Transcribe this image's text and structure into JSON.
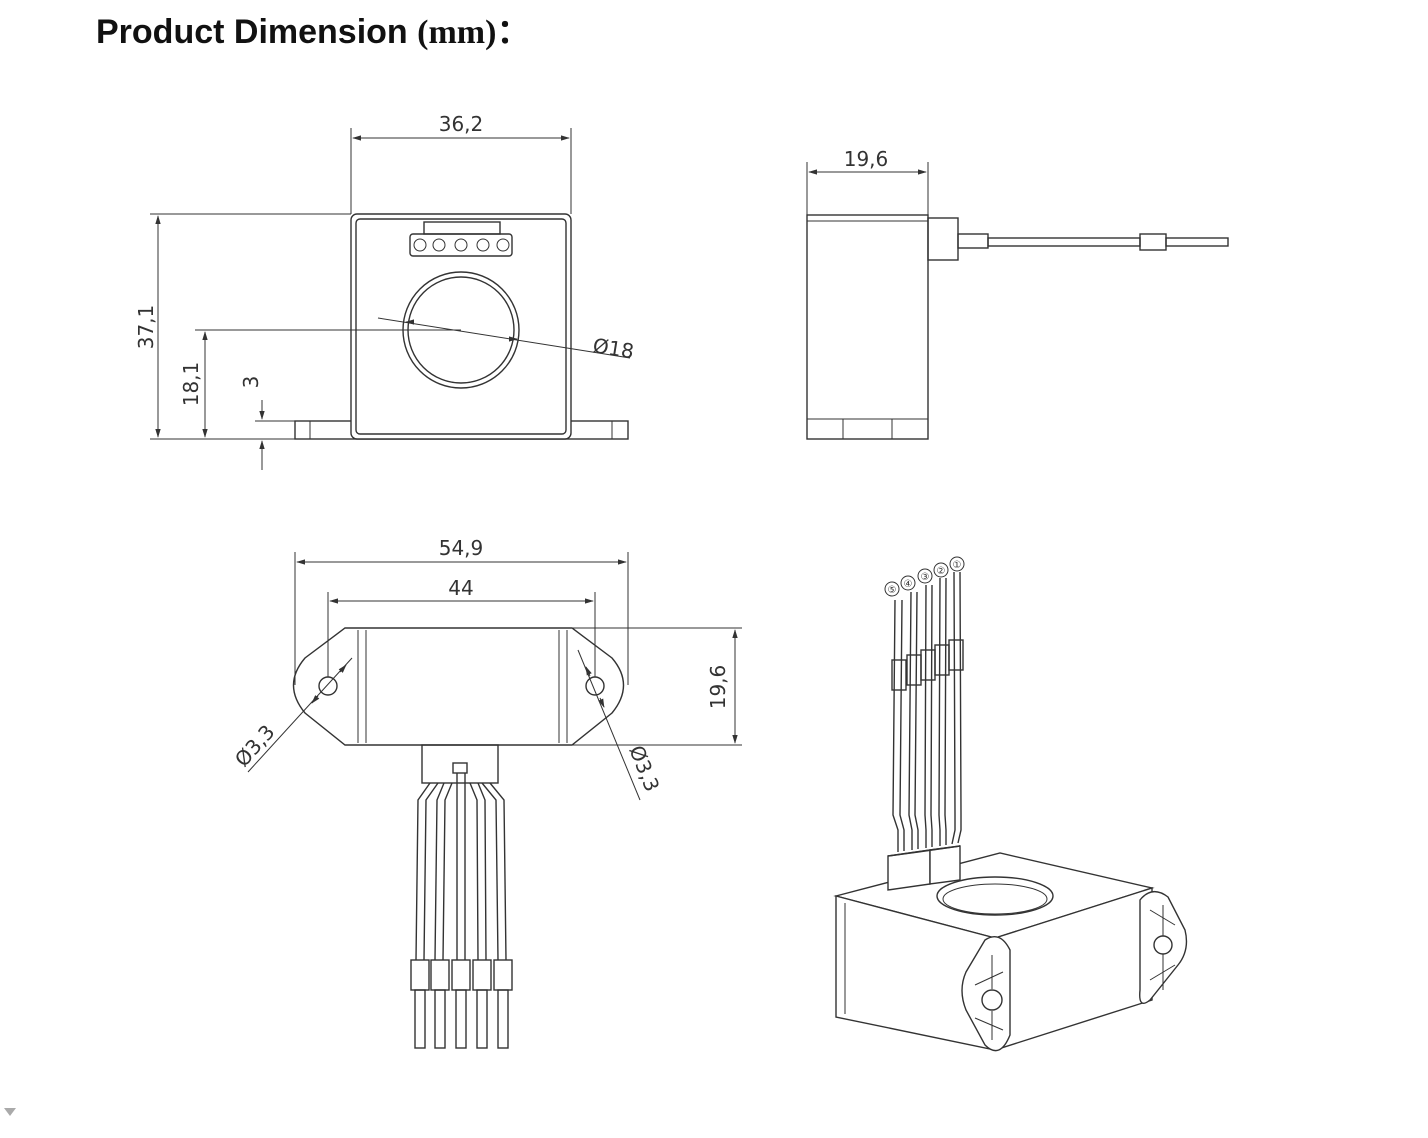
{
  "title": {
    "label": "Product Dimension",
    "unit": "(mm)",
    "suffix": "："
  },
  "dimensions": {
    "front_width": "36,2",
    "front_height": "37,1",
    "center_height": "18,1",
    "base_offset": "3",
    "hole_diameter": "Ø18",
    "side_depth": "19,6",
    "bottom_total_width": "54,9",
    "bottom_hole_spacing": "44",
    "bottom_depth": "19,6",
    "mount_hole_left": "Ø3,3",
    "mount_hole_right": "Ø3,3"
  },
  "pins": [
    "⑤",
    "④",
    "③",
    "②",
    "①"
  ],
  "colors": {
    "line": "#333333",
    "background": "#ffffff",
    "title": "#111111"
  }
}
